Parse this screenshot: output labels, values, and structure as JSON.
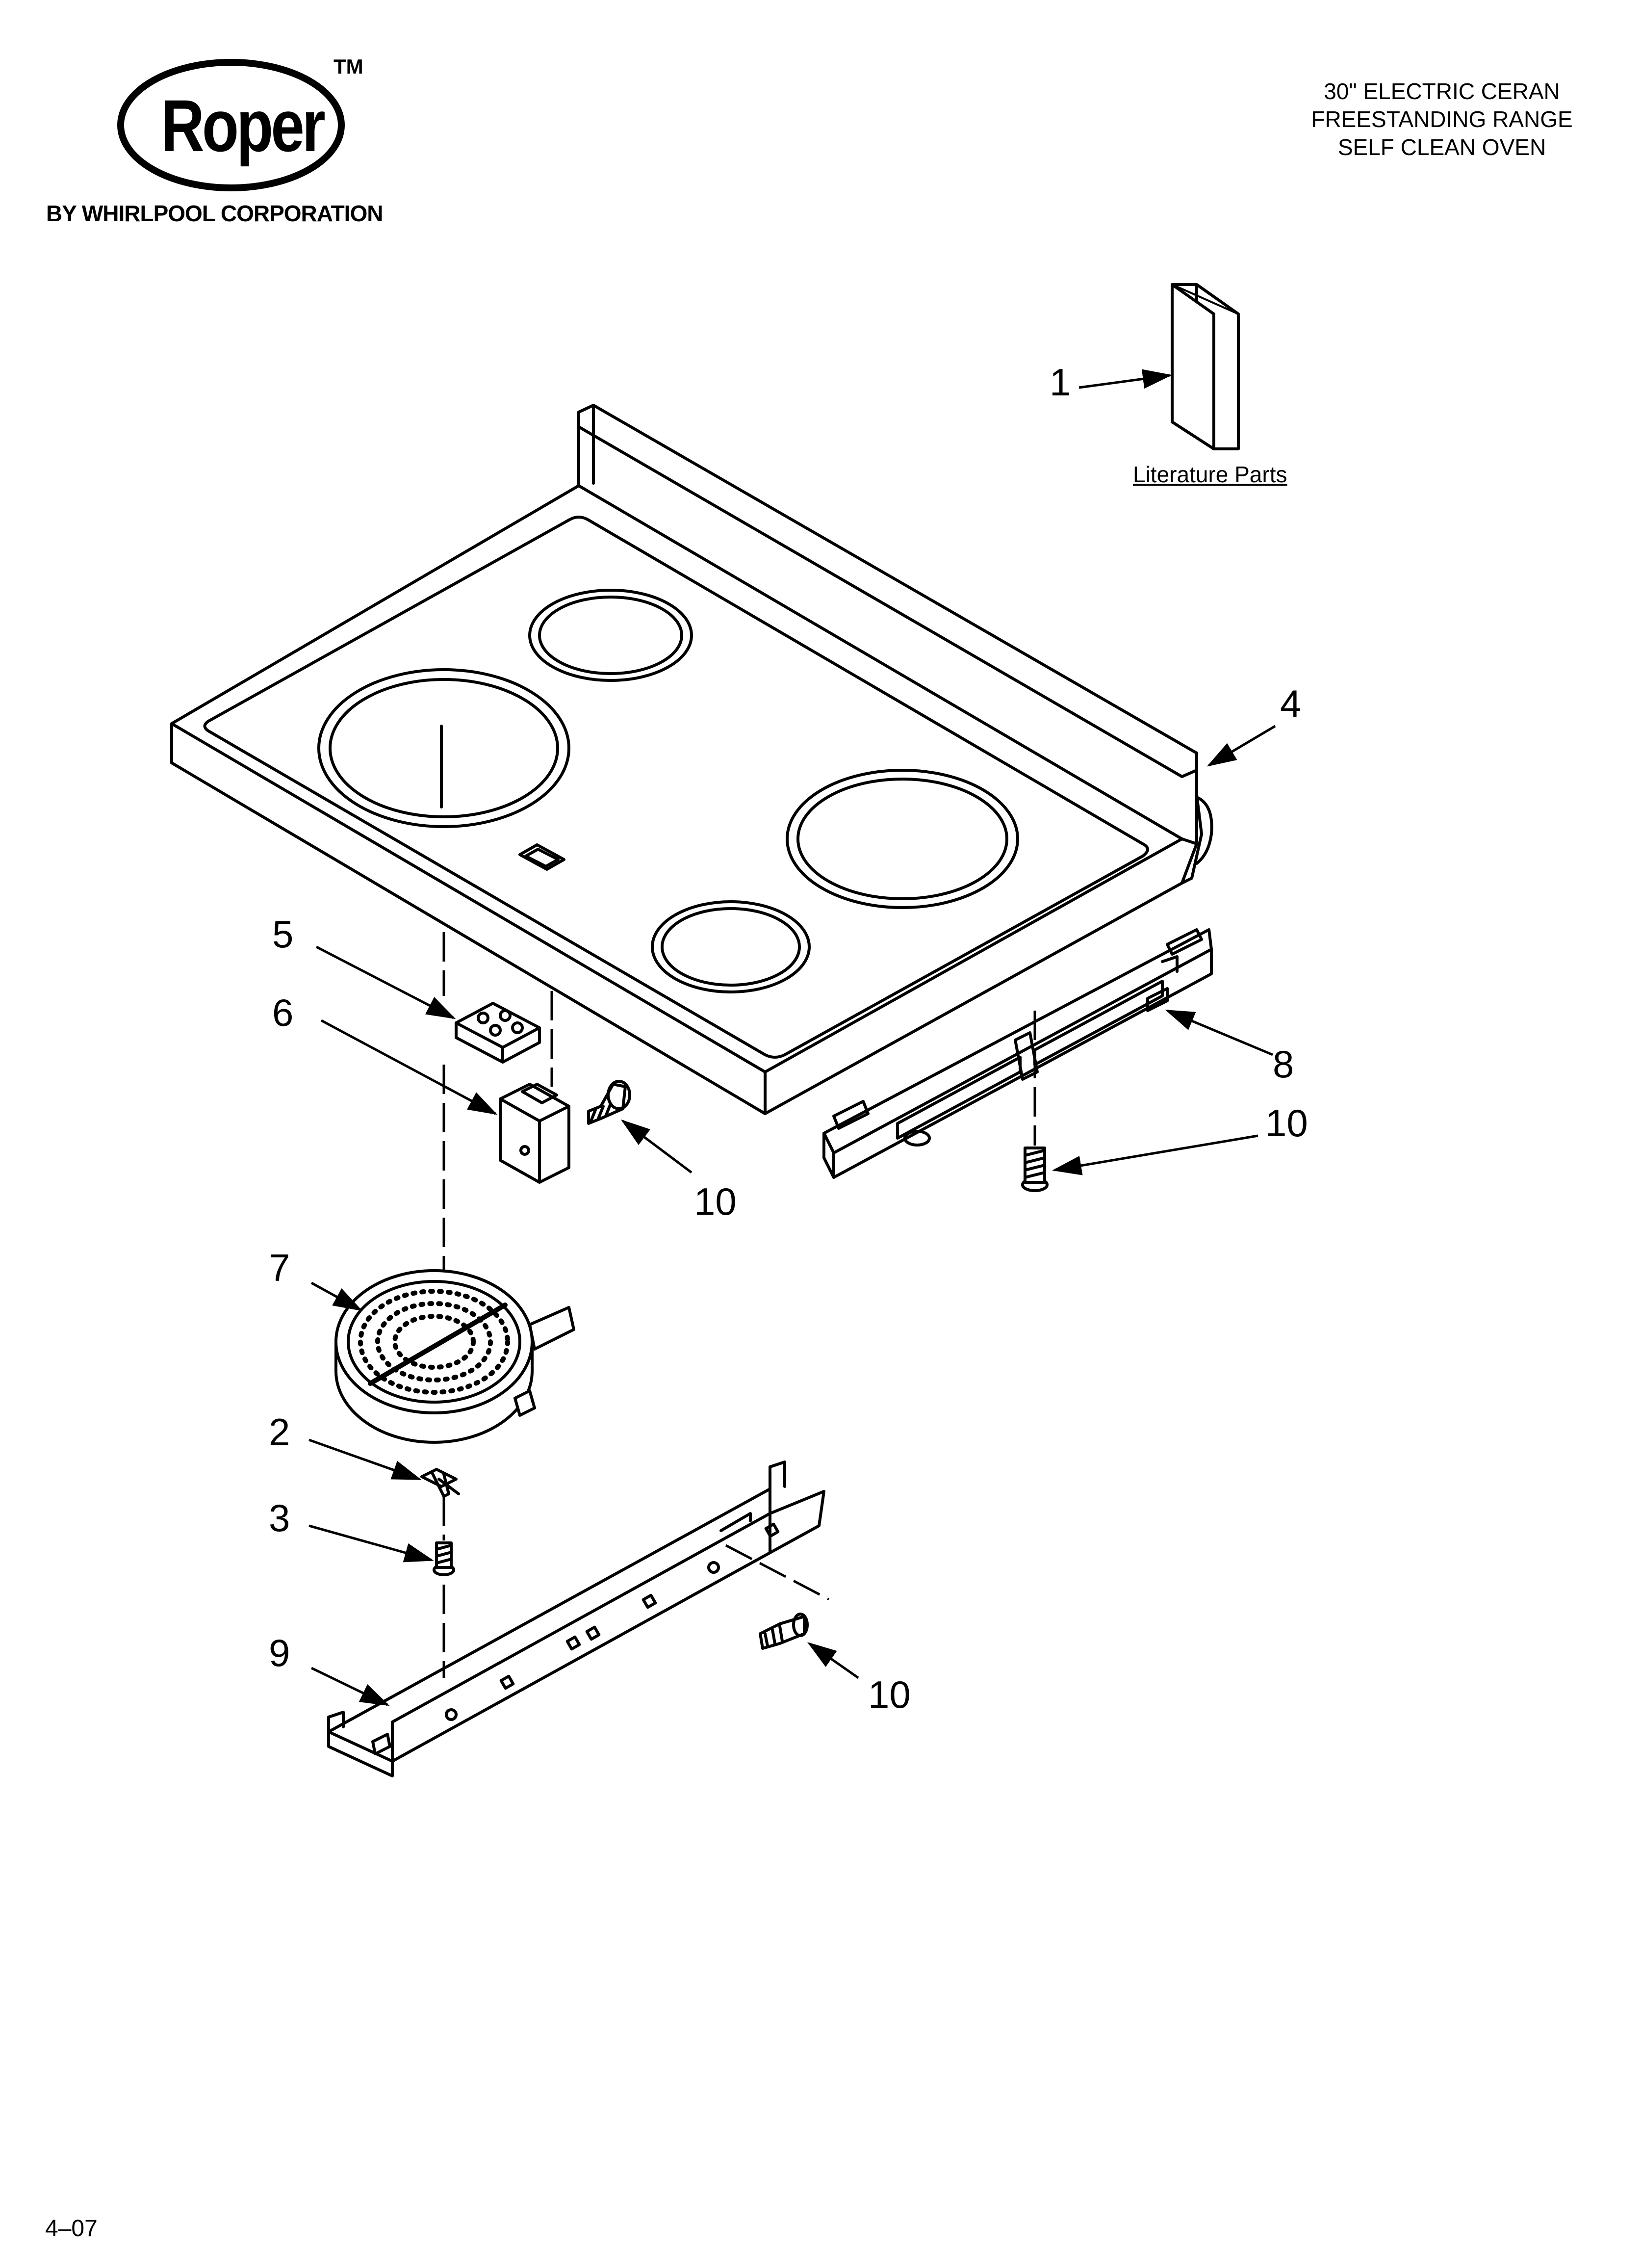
{
  "brand": {
    "logo_text": "Roper",
    "trademark": "TM",
    "byline": "BY WHIRLPOOL CORPORATION"
  },
  "title": {
    "line1": "30\" ELECTRIC CERAN",
    "line2": "FREESTANDING RANGE",
    "line3": "SELF CLEAN OVEN"
  },
  "literature": {
    "label": "Literature Parts"
  },
  "callouts": {
    "c1": "1",
    "c2": "2",
    "c3": "3",
    "c4": "4",
    "c5": "5",
    "c6": "6",
    "c7": "7",
    "c8": "8",
    "c9": "9",
    "c10a": "10",
    "c10b": "10",
    "c10c": "10"
  },
  "footer": {
    "page_code": "4–07"
  }
}
